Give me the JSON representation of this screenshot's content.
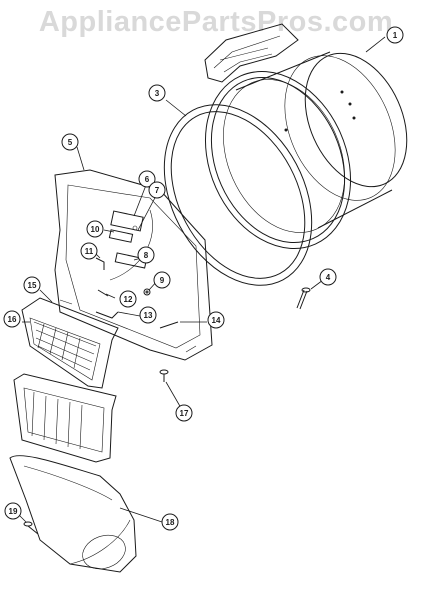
{
  "watermark": "AppliancePartsPros.com",
  "callouts": [
    {
      "id": "c1",
      "label": "1"
    },
    {
      "id": "c3",
      "label": "3"
    },
    {
      "id": "c4",
      "label": "4"
    },
    {
      "id": "c5",
      "label": "5"
    },
    {
      "id": "c6",
      "label": "6"
    },
    {
      "id": "c7",
      "label": "7"
    },
    {
      "id": "c8",
      "label": "8"
    },
    {
      "id": "c9",
      "label": "9"
    },
    {
      "id": "c10",
      "label": "10"
    },
    {
      "id": "c11",
      "label": "11"
    },
    {
      "id": "c12",
      "label": "12"
    },
    {
      "id": "c13",
      "label": "13"
    },
    {
      "id": "c14",
      "label": "14"
    },
    {
      "id": "c15",
      "label": "15"
    },
    {
      "id": "c16",
      "label": "16"
    },
    {
      "id": "c17",
      "label": "17"
    },
    {
      "id": "c18",
      "label": "18"
    },
    {
      "id": "c19",
      "label": "19"
    }
  ]
}
